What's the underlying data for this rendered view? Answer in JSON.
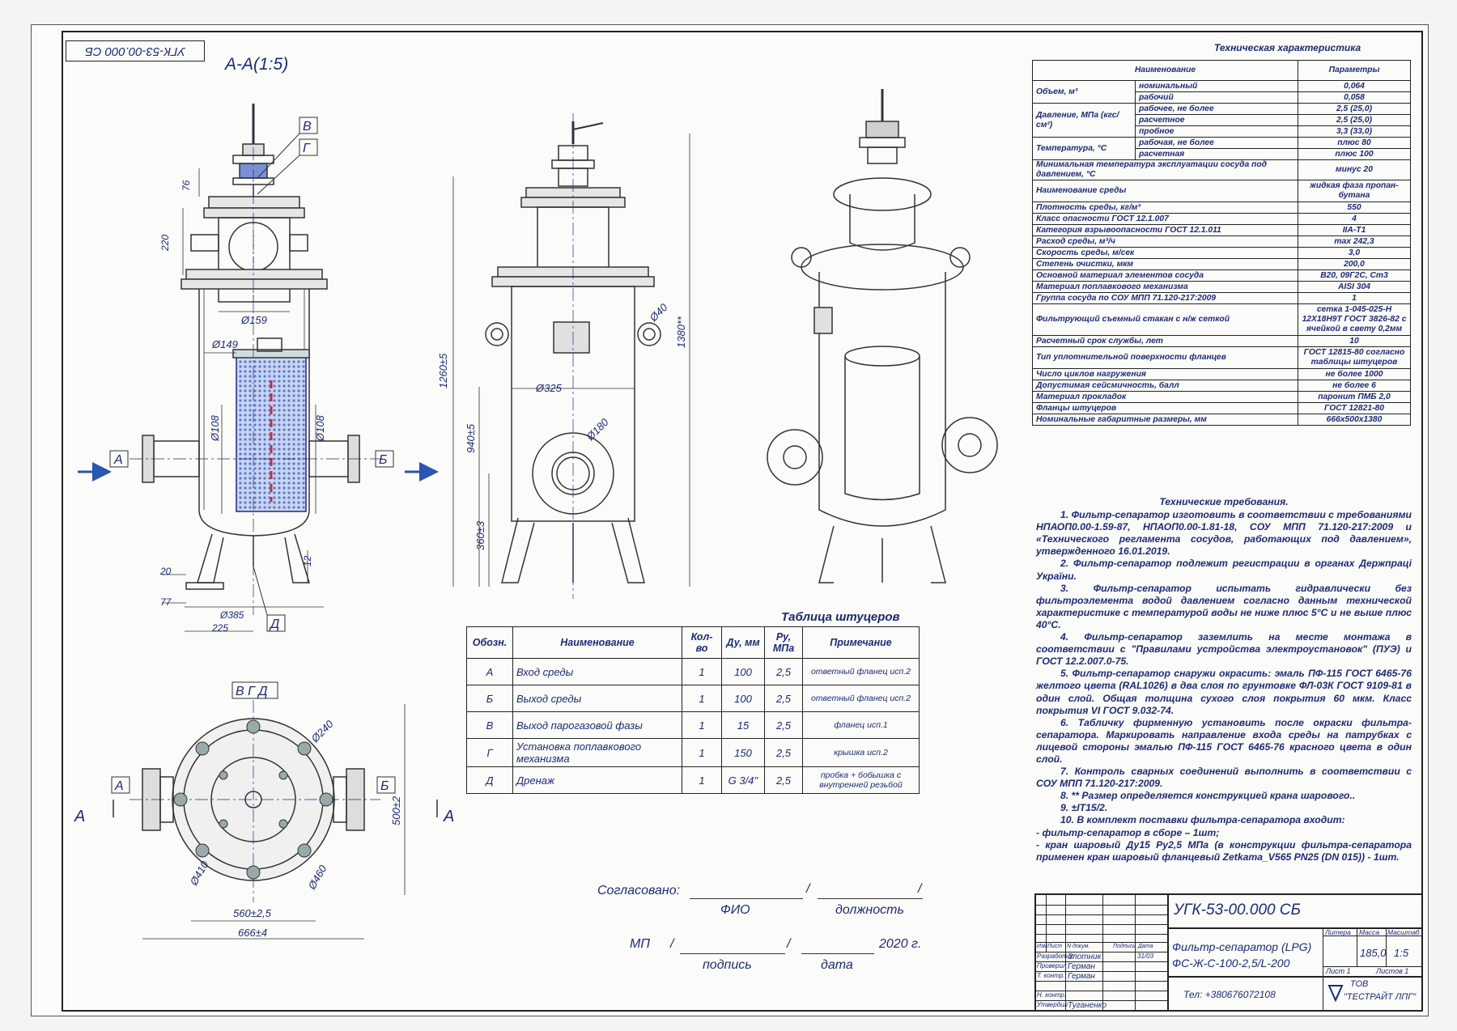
{
  "stamp_code": "УГК-53-00.000 СБ",
  "section_title": "А-А(1:5)",
  "section_letters": {
    "A": "А",
    "B": "Б",
    "V": "В",
    "G": "Г",
    "D": "Д",
    "VGD": "В Г Д",
    "arrow_a": "А"
  },
  "dims_section": {
    "d76": "76",
    "d220": "220",
    "d159": "Ø159",
    "d149": "Ø149",
    "d108l": "Ø108",
    "d108r": "Ø108",
    "d20": "20",
    "d77": "77",
    "d385": "Ø385",
    "d225": "225",
    "d12": "12"
  },
  "dims_front": {
    "d1260": "1260±5",
    "d1380": "1380**",
    "d940": "940±5",
    "d360": "360±3",
    "d325": "Ø325",
    "d180": "Ø180",
    "d40": "Ø40"
  },
  "dims_top": {
    "d240": "Ø240",
    "d410": "Ø410",
    "d460": "Ø460",
    "d500": "500±2",
    "d560": "560±2,5",
    "d666": "666±4"
  },
  "spec_title": "Техническая характеристика",
  "spec_header": {
    "name": "Наименование",
    "params": "Параметры"
  },
  "spec_rows": [
    {
      "group": "Объем, м³",
      "sub": "номинальный",
      "val": "0,064"
    },
    {
      "group": "",
      "sub": "рабочий",
      "val": "0,058"
    },
    {
      "group": "Давление, МПа (кгс/см²)",
      "sub": "рабочее, не более",
      "val": "2,5 (25,0)"
    },
    {
      "group": "",
      "sub": "расчетное",
      "val": "2,5 (25,0)"
    },
    {
      "group": "",
      "sub": "пробное",
      "val": "3,3 (33,0)"
    },
    {
      "group": "Температура, °С",
      "sub": "рабочая, не более",
      "val": "плюс 80"
    },
    {
      "group": "",
      "sub": "расчетная",
      "val": "плюс 100"
    }
  ],
  "spec_rows2": [
    {
      "name": "Минимальная температура эксплуатации сосуда под давлением, °С",
      "val": "минус 20"
    },
    {
      "name": "Наименование среды",
      "val": "жидкая фаза пропан-бутана"
    },
    {
      "name": "Плотность среды, кг/м³",
      "val": "550"
    },
    {
      "name": "Класс опасности ГОСТ 12.1.007",
      "val": "4"
    },
    {
      "name": "Категория взрывоопасности ГОСТ 12.1.011",
      "val": "IIA-T1"
    },
    {
      "name": "Расход среды, м³/ч",
      "val": "max 242,3"
    },
    {
      "name": "Скорость среды, м/сек",
      "val": "3,0"
    },
    {
      "name": "Степень очистки, мкм",
      "val": "200,0"
    },
    {
      "name": "Основной материал элементов сосуда",
      "val": "В20, 09Г2С, Ст3"
    },
    {
      "name": "Материал поплавкового механизма",
      "val": "AISI 304"
    },
    {
      "name": "Группа сосуда по СОУ МПП 71.120-217:2009",
      "val": "1"
    },
    {
      "name": "Фильтрующий съемный стакан с н/ж сеткой",
      "val": "сетка 1-045-025-Н 12Х18Н9Т ГОСТ 3826-82 с ячейкой в свету 0,2мм"
    },
    {
      "name": "Расчетный срок службы, лет",
      "val": "10"
    },
    {
      "name": "Тип уплотнительной поверхности фланцев",
      "val": "ГОСТ 12815-80 согласно таблицы штуцеров"
    },
    {
      "name": "Число циклов нагружения",
      "val": "не более 1000"
    },
    {
      "name": "Допустимая сейсмичность, балл",
      "val": "не более 6"
    },
    {
      "name": "Материал прокладок",
      "val": "паронит ПМБ 2,0"
    },
    {
      "name": "Фланцы штуцеров",
      "val": "ГОСТ 12821-80"
    },
    {
      "name": "Номинальные габаритные размеры, мм",
      "val": "666х500х1380"
    }
  ],
  "nozzle_title": "Таблица штуцеров",
  "nozzle_header": {
    "code": "Обозн.",
    "name": "Наименование",
    "qty": "Кол-во",
    "dn": "Ду, мм",
    "pn": "Ру, МПа",
    "note": "Примечание"
  },
  "nozzles": [
    {
      "code": "А",
      "name": "Вход среды",
      "qty": "1",
      "dn": "100",
      "pn": "2,5",
      "note": "ответный фланец исп.2"
    },
    {
      "code": "Б",
      "name": "Выход среды",
      "qty": "1",
      "dn": "100",
      "pn": "2,5",
      "note": "ответный фланец исп.2"
    },
    {
      "code": "В",
      "name": "Выход парогазовой фазы",
      "qty": "1",
      "dn": "15",
      "pn": "2,5",
      "note": "фланец исп.1"
    },
    {
      "code": "Г",
      "name": "Установка поплавкового механизма",
      "qty": "1",
      "dn": "150",
      "pn": "2,5",
      "note": "крышка исп.2"
    },
    {
      "code": "Д",
      "name": "Дренаж",
      "qty": "1",
      "dn": "G 3/4''",
      "pn": "2,5",
      "note": "пробка + бобышка с внутренней резьбой"
    }
  ],
  "notes_title": "Технические требования.",
  "notes": [
    "1. Фильтр-сепаратор изготовить в соответствии с требованиями НПАОП0.00-1.59-87, НПАОП0.00-1.81-18, СОУ МПП 71.120-217:2009 и «Технического регламента сосудов, работающих под давлением», утвержденного 16.01.2019.",
    "2. Фильтр-сепаратор подлежит регистрации в органах Держпраці України.",
    "3. Фильтр-сепаратор испытать гидравлически без фильтроэлемента водой давлением согласно данным технической характеристике с температурой воды не ниже плюс 5°С и не выше плюс 40°С.",
    "4. Фильтр-сепаратор заземлить на месте монтажа в соответствии с \"Правилами устройства электроустановок\" (ПУЭ) и ГОСТ 12.2.007.0-75.",
    "5. Фильтр-сепаратор снаружи окрасить: эмаль ПФ-115 ГОСТ 6465-76 желтого цвета (RAL1026) в два слоя по грунтовке ФЛ-03К ГОСТ 9109-81 в один слой. Общая толщина сухого слоя покрытия 60 мкм. Класс покрытия VI ГОСТ 9.032-74.",
    "6. Табличку фирменную установить после окраски фильтра-сепаратора. Маркировать направление входа среды на патрубках с лицевой стороны эмалью ПФ-115 ГОСТ 6465-76 красного цвета в один слой.",
    "7. Контроль сварных соединений выполнить в соответствии с СОУ МПП 71.120-217:2009.",
    "8. ** Размер определяется конструкцией крана шарового..",
    "9. ±IT15/2.",
    "10. В комплект поставки фильтра-сепаратора входит:"
  ],
  "notes_items": [
    "- фильтр-сепаратор в сборе – 1шт;",
    "- кран шаровый Ду15 Ру2,5 МПа (в конструкции фильтра-сепаратора применен кран шаровый фланцевый Zetkama_V565 PN25 (DN 015)) - 1шт."
  ],
  "approval": {
    "agreed": "Согласовано:",
    "fio": "ФИО",
    "position": "должность",
    "mp": "МП",
    "signature": "подпись",
    "date": "дата",
    "year": "2020 г."
  },
  "title_block": {
    "code": "УГК-53-00.000 СБ",
    "name1": "Фильтр-сепаратор (LPG)",
    "name2": "ФС-Ж-С-100-2,5/L-200",
    "lit": "Литера",
    "mass": "Масса",
    "scale": "Масштаб",
    "mass_val": "185,0",
    "scale_val": "1:5",
    "sheet": "Лист 1",
    "sheets": "Листов 1",
    "phone": "Тел: +380676072108",
    "company1": "ТОВ",
    "company2": "\"ТЕСТРАЙТ ЛПГ\"",
    "cols": {
      "izm": "Изм",
      "list": "Лист",
      "ndoc": "N докум.",
      "podp": "Подпись",
      "data": "Дата"
    },
    "roles": [
      {
        "role": "Разработал",
        "name": "Злотник",
        "date": "31/03"
      },
      {
        "role": "Проверил",
        "name": "Герман",
        "date": ""
      },
      {
        "role": "Т. контр.",
        "name": "Герман",
        "date": ""
      },
      {
        "role": "",
        "name": "",
        "date": ""
      },
      {
        "role": "Н. контр.",
        "name": "",
        "date": ""
      },
      {
        "role": "Утвердил",
        "name": "Туганенко",
        "date": ""
      }
    ]
  },
  "colors": {
    "ink": "#1c2b7a",
    "line": "#222222",
    "flow": "#2a55b0",
    "mesh": "#5b7bd0"
  }
}
